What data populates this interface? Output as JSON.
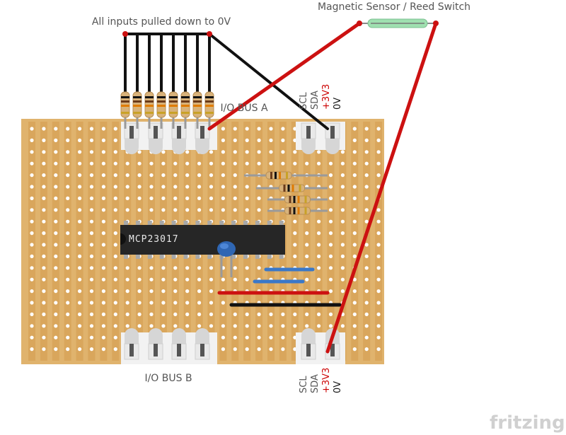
{
  "labels": {
    "pulldown_note": "All inputs pulled down to 0V",
    "sensor_note": "Magnetic Sensor / Reed Switch",
    "bus_a": "I/O BUS A",
    "bus_b": "I/O BUS B",
    "chip": "MCP23017",
    "pins_top": [
      "SCL",
      "SDA",
      "+3V3",
      "0V"
    ],
    "pins_bottom": [
      "SCL",
      "SDA",
      "+3V3",
      "0V"
    ],
    "logo": "fritzing"
  },
  "colors": {
    "board": "#e0b36d",
    "hole": "#ffffff",
    "wire_red": "#cc1111",
    "wire_black": "#111111",
    "chip_body": "#262626",
    "jumper_blue": "#3a78c8",
    "reed_glass": "#9fe0b0"
  }
}
